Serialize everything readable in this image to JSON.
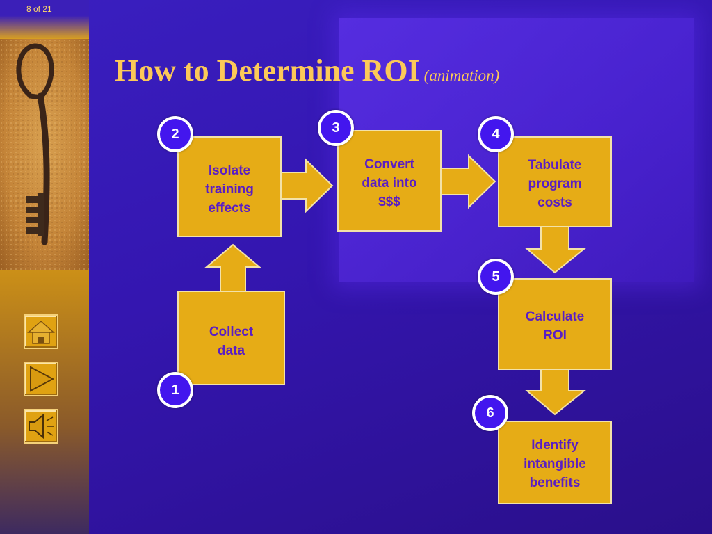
{
  "slide": {
    "page_counter": "8 of 21",
    "title": "How to Determine ROI",
    "title_note": "(animation)"
  },
  "nav": [
    {
      "name": "home-icon"
    },
    {
      "name": "play-icon"
    },
    {
      "name": "speaker-icon"
    }
  ],
  "steps": [
    {
      "number": "1",
      "label": "Collect\n data"
    },
    {
      "number": "2",
      "label": "Isolate\ntraining\n effects"
    },
    {
      "number": "3",
      "label": "Convert\ndata into\n$$$"
    },
    {
      "number": "4",
      "label": "Tabulate\nprogram\ncosts"
    },
    {
      "number": "5",
      "label": "Calculate\nROI"
    },
    {
      "number": "6",
      "label": "Identify\nintangible\nbenefits"
    }
  ],
  "colors": {
    "background": "#3416b0",
    "box_fill": "#e6ac16",
    "box_text": "#5a1ec4",
    "title": "#fcc958",
    "badge_fill": "#4316ee"
  }
}
